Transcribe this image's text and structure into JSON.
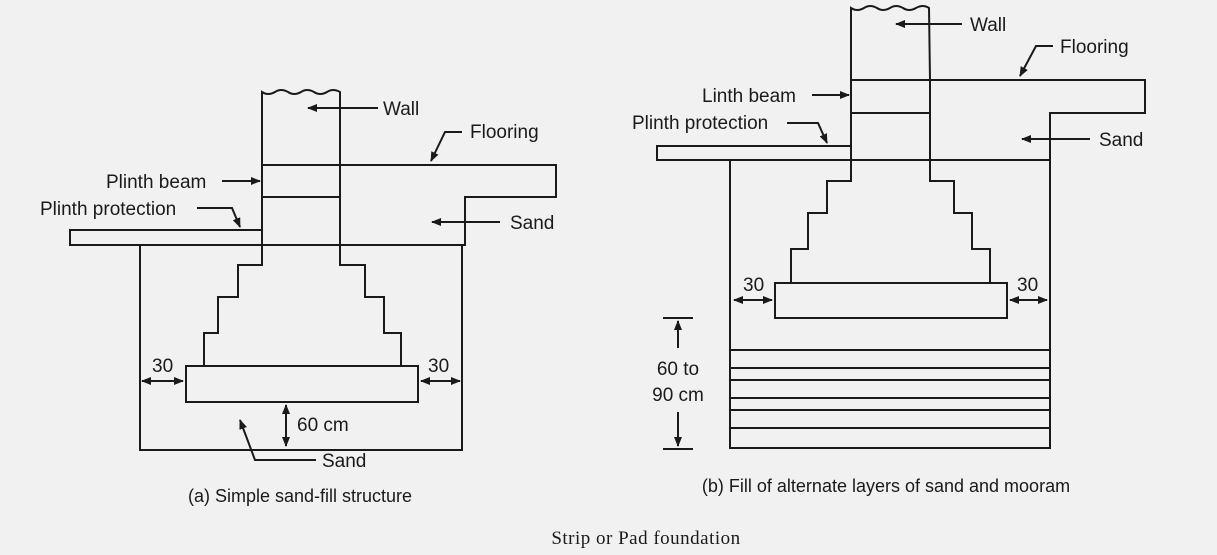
{
  "figure_title": "Strip or Pad foundation",
  "diagram_a": {
    "caption": "(a) Simple sand-fill structure",
    "labels": {
      "wall": "Wall",
      "flooring": "Flooring",
      "plinth_beam": "Plinth beam",
      "plinth_protection": "Plinth protection",
      "sand_upper": "Sand",
      "sand_lower": "Sand",
      "offset_left": "30",
      "offset_right": "30",
      "depth": "60 cm"
    }
  },
  "diagram_b": {
    "caption": "(b) Fill of alternate layers of sand and mooram",
    "labels": {
      "wall": "Wall",
      "flooring": "Flooring",
      "linth_beam": "Linth beam",
      "plinth_protection": "Plinth protection",
      "sand": "Sand",
      "offset_left": "30",
      "offset_right": "30",
      "depth_line1": "60 to",
      "depth_line2": "90 cm"
    }
  }
}
